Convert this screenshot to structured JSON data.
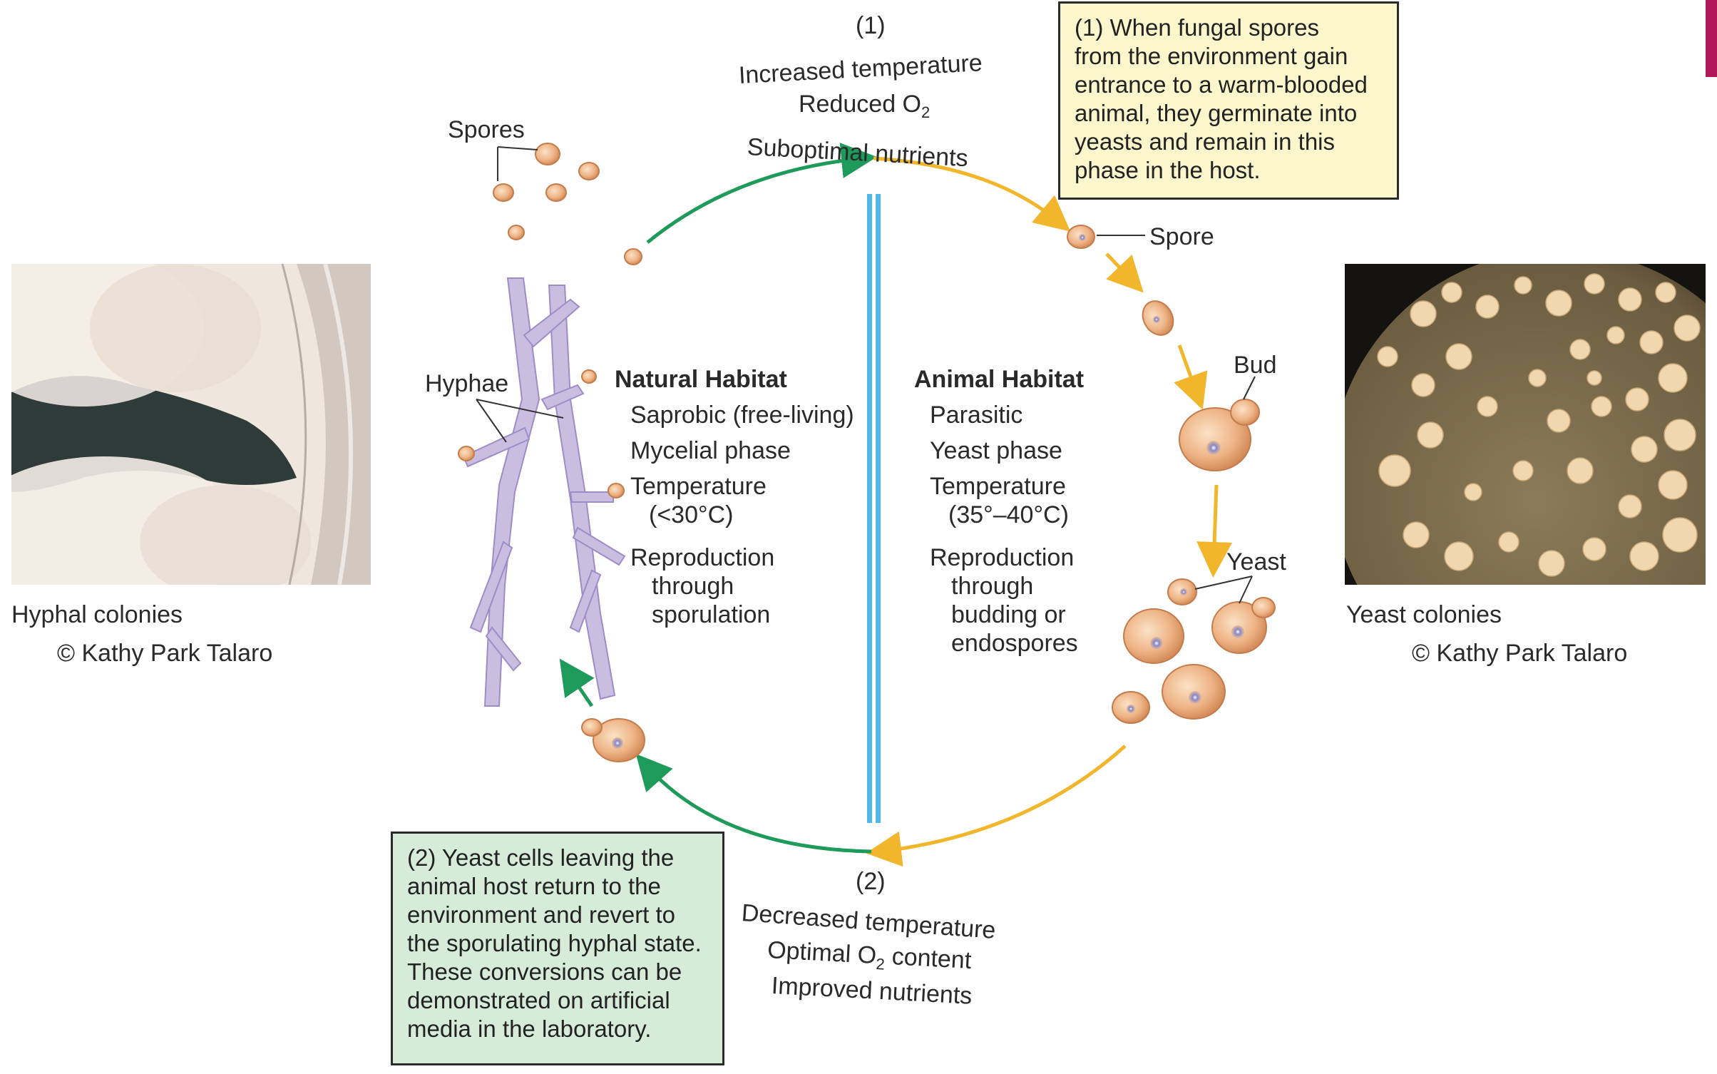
{
  "condition1": {
    "number": "(1)",
    "lines": [
      "Increased temperature",
      "Reduced O",
      "Suboptimal nutrients"
    ],
    "o2_subscript": "2"
  },
  "condition2": {
    "number": "(2)",
    "lines": [
      "Decreased temperature",
      "Optimal O",
      "content",
      "Improved nutrients"
    ],
    "o2_subscript": "2"
  },
  "note1": {
    "lines": [
      "(1) When fungal spores",
      "from the environment gain",
      "entrance to a warm-blooded",
      "animal, they germinate into",
      "yeasts and remain in this",
      "phase in the host."
    ]
  },
  "note2": {
    "lines": [
      "(2) Yeast cells leaving the",
      "animal host return to the",
      "environment and revert to",
      "the sporulating hyphal state.",
      "These conversions can be",
      "demonstrated on artificial",
      "media in the laboratory."
    ]
  },
  "natural": {
    "title": "Natural Habitat",
    "items": [
      "Saprobic (free-living)",
      "Mycelial phase",
      "Temperature",
      "(<30°C)",
      "Reproduction",
      "through",
      "sporulation"
    ]
  },
  "animal": {
    "title": "Animal Habitat",
    "items": [
      "Parasitic",
      "Yeast phase",
      "Temperature",
      "(35°–40°C)",
      "Reproduction",
      "through",
      "budding or",
      "endospores"
    ]
  },
  "labels": {
    "spores": "Spores",
    "hyphae": "Hyphae",
    "spore": "Spore",
    "bud": "Bud",
    "yeast": "Yeast"
  },
  "photos": {
    "hyphal_caption": "Hyphal colonies",
    "hyphal_credit": "© Kathy Park Talaro",
    "yeast_caption": "Yeast colonies",
    "yeast_credit": "© Kathy Park Talaro"
  },
  "colors": {
    "green_arrow": "#1e9a5a",
    "yellow_arrow": "#f2b62c",
    "divider": "#4fb8e8",
    "hyphae": "#b7a3d8",
    "cell": "#e8a877",
    "note_yellow": "#fbf6cc",
    "note_green": "#d6ecd8",
    "accent": "#b0185a"
  }
}
